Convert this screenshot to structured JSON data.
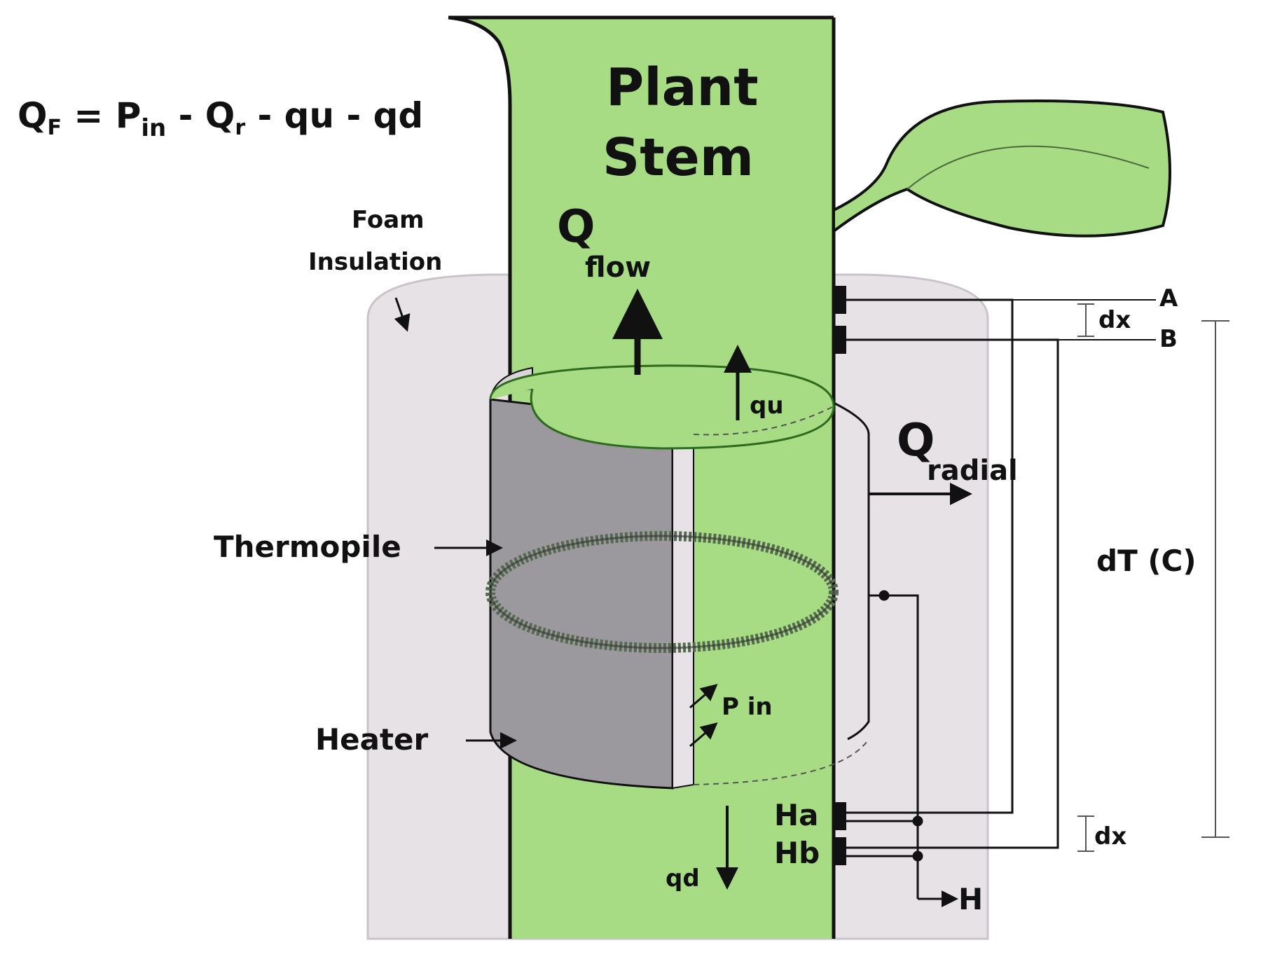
{
  "equation": {
    "q": "Q",
    "f_sub": "F",
    "eq1": " = P",
    "in_sub": "in",
    "mid": " - Q",
    "r_sub": "r",
    "tail": " - qu - qd"
  },
  "stem_title": {
    "line1": "Plant",
    "line2": "Stem"
  },
  "labels": {
    "foam1": "Foam",
    "foam2": "Insulation",
    "thermopile": "Thermopile",
    "heater": "Heater",
    "q_flow_main": "Q",
    "q_flow_sub": "flow",
    "qu": "qu",
    "q_radial_main": "Q",
    "q_radial_sub": "radial",
    "p_in": "P in",
    "qd": "qd",
    "ha": "Ha",
    "hb": "Hb",
    "h": "H",
    "a": "A",
    "b": "B",
    "dx_top": "dx",
    "dx_bottom": "dx",
    "dt": "dT (C)"
  },
  "colors": {
    "stem_green": "#a8dc84",
    "insulation_gray": "#e6e2e6",
    "heater_dark": "#9c999e",
    "heater_light": "#d8d4d8",
    "line": "#111111"
  }
}
